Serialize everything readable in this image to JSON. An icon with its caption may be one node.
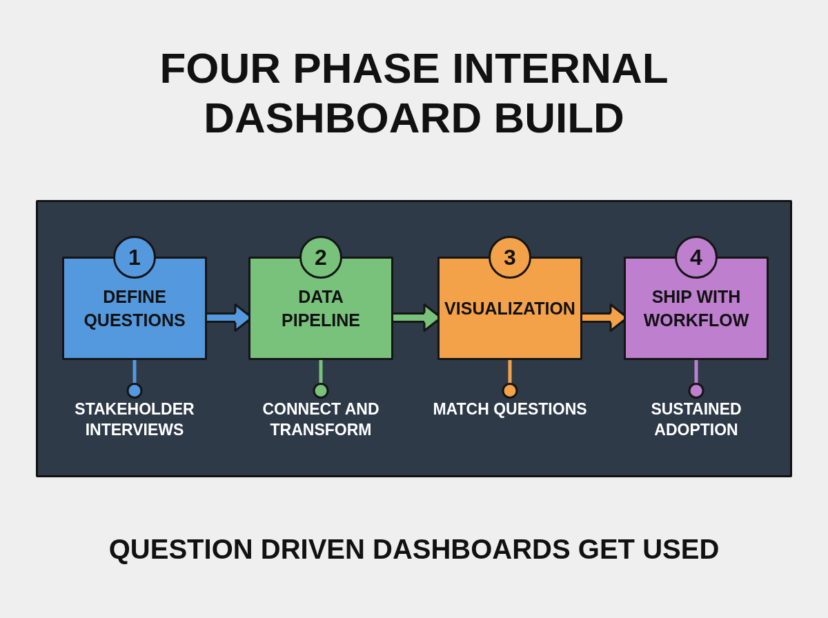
{
  "diagram": {
    "title": "FOUR PHASE INTERNAL DASHBOARD BUILD",
    "caption": "QUESTION DRIVEN DASHBOARDS GET USED",
    "nodes": [
      {
        "text": [],
        "shape": "box"
      },
      {
        "text": [
          "1"
        ],
        "in": 0
      },
      {
        "text": [
          "DEFINE QUESTIONS"
        ],
        "in": 0
      },
      {
        "text": [
          "2"
        ],
        "in": 0
      },
      {
        "text": [
          "DATA PIPELINE"
        ],
        "in": 0
      },
      {
        "text": [
          "3"
        ],
        "in": 0
      },
      {
        "text": [
          "VISUALIZATION"
        ],
        "in": 0
      },
      {
        "text": [
          "4"
        ],
        "in": 0
      },
      {
        "text": [
          "SHIP WITH WORKFLOW"
        ],
        "in": 0
      },
      {
        "text": [
          "STAKEHOLDER INTERVIEWS"
        ],
        "in": 0
      },
      {
        "text": [
          "CONNECT AND TRANSFORM"
        ],
        "in": 0
      },
      {
        "text": [
          "MATCH QUESTIONS"
        ],
        "in": 0
      },
      {
        "text": [
          "SUSTAINED ADOPTION"
        ],
        "in": 0
      }
    ],
    "edges": [
      {
        "from": 2,
        "to": 4,
        "arrow": "to",
        "style": "thick",
        "color": "#5499dd"
      },
      {
        "from": 4,
        "to": 6,
        "arrow": "to",
        "style": "thick",
        "color": "#78c27c"
      },
      {
        "from": 6,
        "to": 8,
        "arrow": "to",
        "style": "thick",
        "color": "#f4a24a"
      },
      {
        "from": 2,
        "to": 9,
        "arrow": "other",
        "color": "#5499dd"
      },
      {
        "from": 4,
        "to": 10,
        "arrow": "other",
        "color": "#78c27c"
      },
      {
        "from": 6,
        "to": 11,
        "arrow": "other",
        "color": "#f4a24a"
      },
      {
        "from": 8,
        "to": 12,
        "arrow": "other",
        "color": "#bd7fce"
      }
    ]
  }
}
